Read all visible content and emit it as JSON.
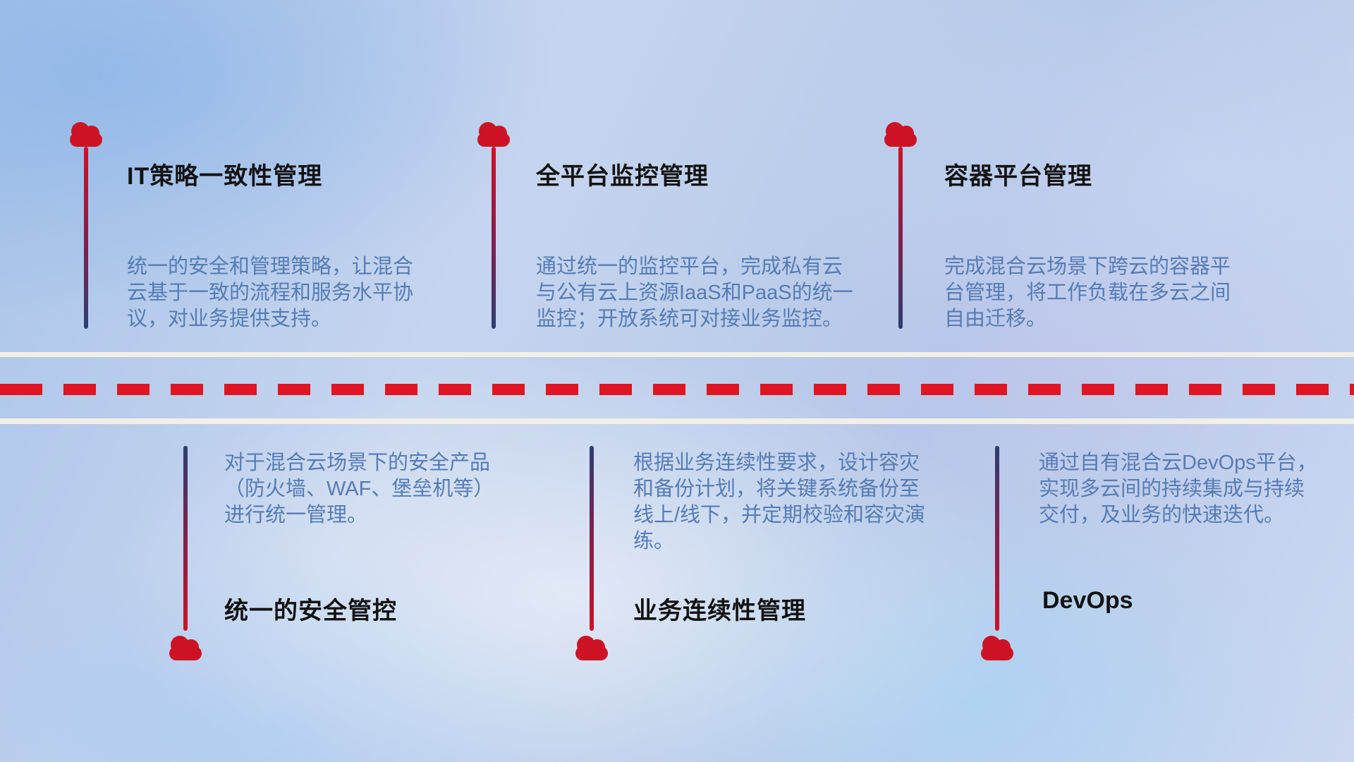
{
  "colors": {
    "red": "#cd1225",
    "red-bright": "#e11422",
    "navy": "#2c3e70",
    "title-color": "#121212",
    "desc-color": "#567cb4",
    "road-white": "#f3efe6"
  },
  "top_items": [
    {
      "title": "IT策略一致性管理",
      "desc": "统一的安全和管理策略，让混合云基于一致的流程和服务水平协议，对业务提供支持。"
    },
    {
      "title": "全平台监控管理",
      "desc": "通过统一的监控平台，完成私有云与公有云上资源IaaS和PaaS的统一监控；开放系统可对接业务监控。"
    },
    {
      "title": "容器平台管理",
      "desc": "完成混合云场景下跨云的容器平台管理，将工作负载在多云之间自由迁移。"
    }
  ],
  "bottom_items": [
    {
      "title": "统一的安全管控",
      "desc": "对于混合云场景下的安全产品（防火墙、WAF、堡垒机等）进行统一管理。"
    },
    {
      "title": "业务连续性管理",
      "desc": "根据业务连续性要求，设计容灾和备份计划，将关键系统备份至线上/线下，并定期校验和容灾演练。"
    },
    {
      "title": "DevOps",
      "desc": "通过自有混合云DevOps平台，实现多云间的持续集成与持续交付，及业务的快速迭代。"
    }
  ]
}
